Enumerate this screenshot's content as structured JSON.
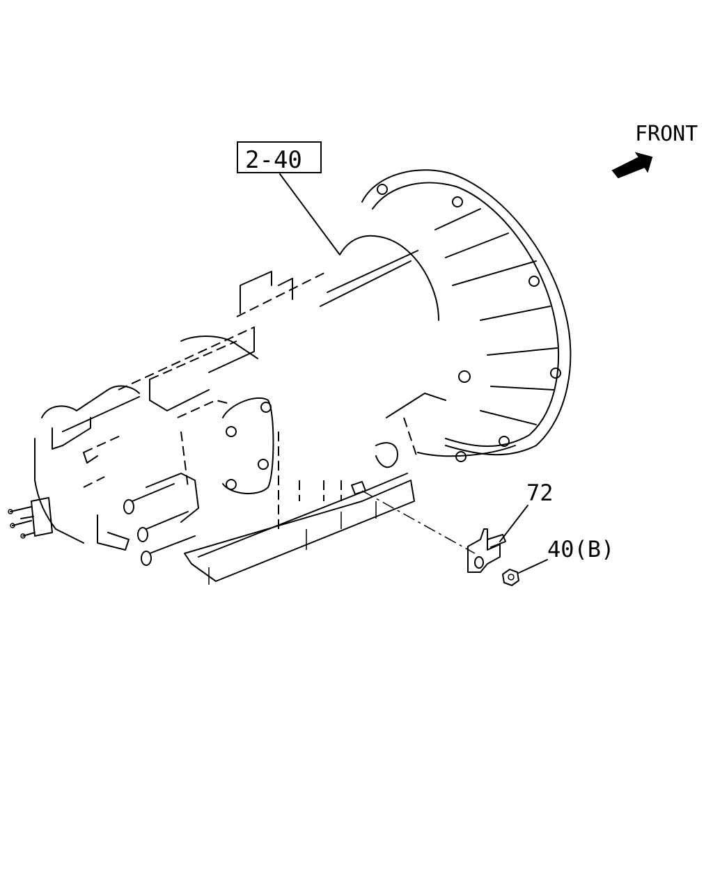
{
  "labels": {
    "front": "FRONT",
    "assembly_ref": "2-40",
    "part_bracket": "72",
    "part_nut": "40(B)"
  },
  "icons": {
    "front_arrow": "arrow-right-icon"
  },
  "colors": {
    "line": "#000000",
    "background": "#ffffff"
  }
}
